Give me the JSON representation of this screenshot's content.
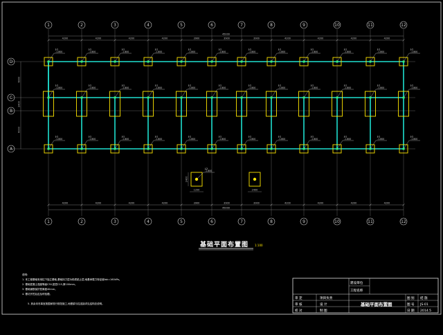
{
  "drawing": {
    "title": "基础平面布置图",
    "scale": "1:100",
    "background": "#000000",
    "colors": {
      "beam": "#1fe0d0",
      "footing": "#ffe600",
      "grid": "#8a8a8a",
      "dimension": "#b0b0b0",
      "annotation": "#ffffff",
      "column": "#2ee86e",
      "frame": "#e0e0e0"
    }
  },
  "grid": {
    "columns": [
      "1",
      "2",
      "3",
      "4",
      "5",
      "6",
      "7",
      "8",
      "9",
      "10",
      "11",
      "12"
    ],
    "rows": [
      "D",
      "C",
      "B",
      "A"
    ]
  },
  "dimensions": {
    "top_overall": "45000",
    "bottom_overall": "45000",
    "bay_spans": [
      "4200",
      "4200",
      "4200",
      "4200",
      "3900",
      "3900",
      "3900",
      "4200",
      "4200",
      "4200",
      "4200"
    ],
    "left_rows": [
      "6000",
      "2400",
      "6000"
    ],
    "detail_small": [
      "1200",
      "2400",
      "1200"
    ]
  },
  "footing_labels": {
    "tag": "J-1",
    "elevation": "-1.800",
    "detail_tag": "J-2",
    "detail_elevation": "-1.800"
  },
  "notes": {
    "heading": "说明:",
    "lines": [
      "1. 本工程基础采用柱下独立基础,基础持力层为粉质粘土层,地基承载力特征值fak=160kPa。",
      "2. 基础混凝土强度等级C30,垫层C15,厚100mm。",
      "3. 基础钢筋保护层厚度40mm。",
      "4. 基坑开挖后应及时验槽。",
      "5. 其余未尽事宜按国家现行规范施工,地基梁与柱连接详见结构总说明。"
    ]
  },
  "title_block": {
    "project_label": "建设单位",
    "sub_label": "工程名称",
    "row1": [
      "审 定",
      "项目负责",
      "图 别",
      "结 施"
    ],
    "row2": [
      "审 核",
      "设 计",
      "图 号",
      "JS-01"
    ],
    "row3": [
      "校 对",
      "制 图",
      "日 期",
      "2014.5"
    ],
    "drawing_name": "基础平面布置图"
  }
}
